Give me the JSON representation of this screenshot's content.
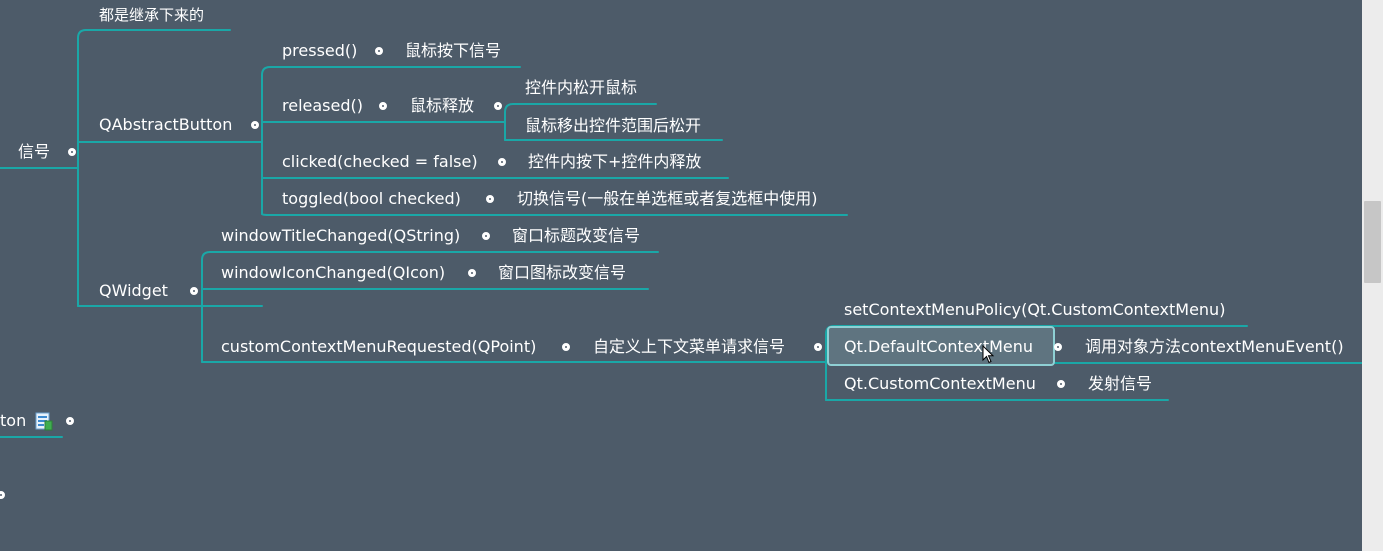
{
  "mindmap": {
    "top_note": "都是继承下来的",
    "root_label": "信号",
    "partial_node_label": "ton",
    "qabstractbutton": {
      "label": "QAbstractButton",
      "signals": [
        {
          "name": "pressed()",
          "desc": "鼠标按下信号"
        },
        {
          "name": "released()",
          "desc": "鼠标释放",
          "sub": [
            "控件内松开鼠标",
            "鼠标移出控件范围后松开"
          ]
        },
        {
          "name": "clicked(checked = false)",
          "desc": "控件内按下+控件内释放"
        },
        {
          "name": "toggled(bool checked)",
          "desc": "切换信号(一般在单选框或者复选框中使用)"
        }
      ]
    },
    "qwidget": {
      "label": "QWidget",
      "signals": [
        {
          "name": "windowTitleChanged(QString)",
          "desc": "窗口标题改变信号"
        },
        {
          "name": "windowIconChanged(QIcon)",
          "desc": "窗口图标改变信号"
        },
        {
          "name": "customContextMenuRequested(QPoint)",
          "desc": "自定义上下文菜单请求信号",
          "policy": {
            "label": "setContextMenuPolicy(Qt.CustomContextMenu)",
            "default_label": "Qt.DefaultContextMenu",
            "default_desc": "调用对象方法contextMenuEvent()",
            "custom_label": "Qt.CustomContextMenu",
            "custom_desc": "发射信号"
          }
        }
      ]
    }
  },
  "colors": {
    "background": "#4d5b69",
    "line": "#1aa7a7",
    "text": "#ffffff"
  }
}
